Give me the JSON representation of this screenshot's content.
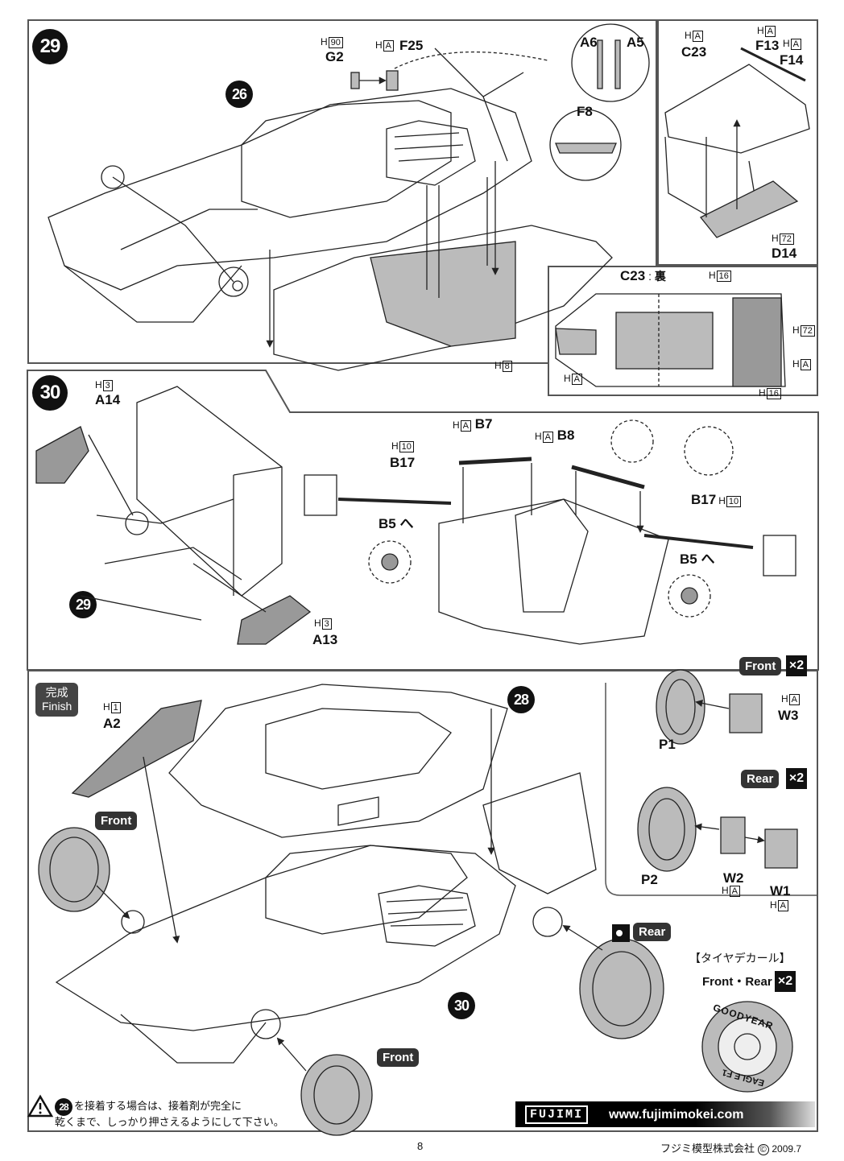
{
  "step29": {
    "number": "29",
    "ref_step": "26",
    "parts": {
      "g2": {
        "runner": "H",
        "box": "90",
        "label": "G2"
      },
      "f25": {
        "runner": "H",
        "box": "A",
        "label": "F25"
      },
      "a6": {
        "label": "A6"
      },
      "a5": {
        "label": "A5"
      },
      "f8": {
        "label": "F8"
      },
      "h8": {
        "runner": "H",
        "box": "8"
      },
      "c23": {
        "runner": "H",
        "box": "A",
        "label": "C23"
      },
      "f13": {
        "runner": "H",
        "box": "A",
        "label": "F13"
      },
      "f14": {
        "runner": "H",
        "box": "A",
        "label": "F14"
      },
      "d14": {
        "runner": "H",
        "box": "72",
        "label": "D14"
      }
    },
    "c23_back": {
      "title": "C23",
      "title_suffix": "裏",
      "labels": [
        {
          "runner": "H",
          "box": "16"
        },
        {
          "runner": "H",
          "box": "72"
        },
        {
          "runner": "H",
          "box": "A"
        },
        {
          "runner": "H",
          "box": "A"
        },
        {
          "runner": "H",
          "box": "16"
        }
      ]
    }
  },
  "step30": {
    "number": "30",
    "ref_step": "29",
    "parts": {
      "a14": {
        "runner": "H",
        "box": "3",
        "label": "A14"
      },
      "a13": {
        "runner": "H",
        "box": "3",
        "label": "A13"
      },
      "b17_left": {
        "runner": "H",
        "box": "10",
        "label": "B17"
      },
      "b17_right": {
        "runner": "H",
        "box": "10",
        "label": "B17"
      },
      "b7": {
        "runner": "H",
        "box": "A",
        "label": "B7"
      },
      "b8": {
        "runner": "H",
        "box": "A",
        "label": "B8"
      },
      "b5_left": {
        "label": "B5 へ"
      },
      "b5_right": {
        "label": "B5 へ"
      }
    }
  },
  "finish": {
    "label_jp": "完成",
    "label_en": "Finish",
    "ref_steps": [
      "28",
      "30"
    ],
    "a2": {
      "runner": "H",
      "box": "1",
      "label": "A2"
    },
    "tags": {
      "front_left": "Front",
      "front_bottom": "Front",
      "rear": "Rear"
    }
  },
  "tires": {
    "front": {
      "tag": "Front",
      "qty": "×2",
      "p": "P1",
      "w": {
        "runner": "H",
        "box": "A",
        "label": "W3"
      }
    },
    "rear": {
      "tag": "Rear",
      "qty": "×2",
      "p": "P2",
      "w2": {
        "runner": "H",
        "box": "A",
        "label": "W2"
      },
      "w1": {
        "runner": "H",
        "box": "A",
        "label": "W1"
      }
    },
    "decal": {
      "title": "【タイヤデカール】",
      "sub": "Front・Rear",
      "qty": "×2",
      "brand_top": "GOODYEAR",
      "brand_bottom": "EAGLE F1"
    }
  },
  "note": {
    "ref": "28",
    "line1": "を接着する場合は、接着剤が完全に",
    "line2": "乾くまで、しっかり押さえるようにして下さい。"
  },
  "footer": {
    "brand": "FUJIMI",
    "url": "www.fujimimokei.com",
    "page": "8",
    "company": "フジミ模型株式会社",
    "copyright": "©",
    "date": "2009.7"
  },
  "colors": {
    "ink": "#111111",
    "panel_border": "#555555",
    "tag_bg": "#333333",
    "part_fill": "#bbbbbb"
  }
}
